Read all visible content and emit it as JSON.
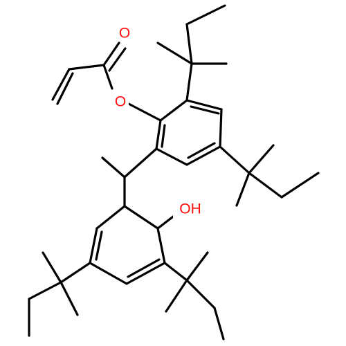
{
  "colors": {
    "bond": "#000000",
    "oxygen": "#ff0d0d",
    "background": "#ffffff"
  },
  "labels": {
    "carbonyl_o": "O",
    "ester_o": "O",
    "hydroxyl": "OH"
  }
}
